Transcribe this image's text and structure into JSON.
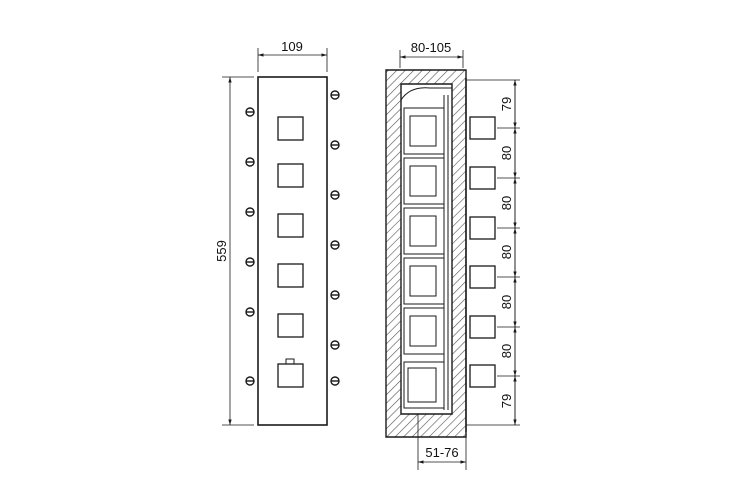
{
  "front_view": {
    "width_label": "109",
    "height_label": "559"
  },
  "side_view": {
    "depth_label": "80-105",
    "recess_label": "51-76",
    "spacings": [
      "79",
      "80",
      "80",
      "80",
      "80",
      "80",
      "79"
    ]
  },
  "colors": {
    "line": "#1a1a1a",
    "hatch": "#555555",
    "background": "#ffffff"
  }
}
